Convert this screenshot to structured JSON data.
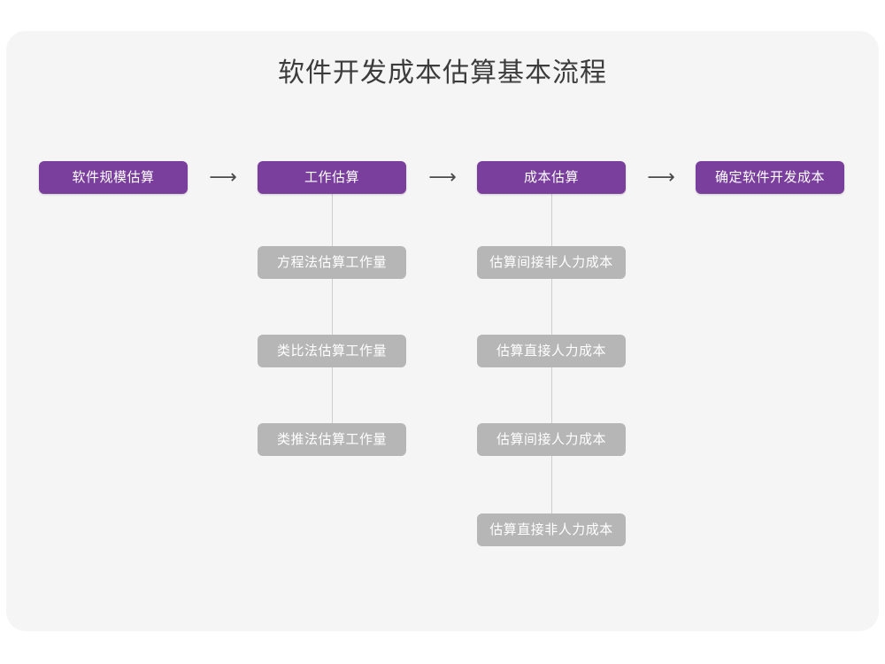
{
  "page": {
    "title": "软件开发成本估算基本流程",
    "background_color": "#ffffff",
    "card_color": "#f5f5f5"
  },
  "colors": {
    "primary": "#7a3f9d",
    "secondary": "#b6b6b6",
    "connector": "#cdcdcd",
    "arrow": "#4a4a4a",
    "title_text": "#3c3c3c"
  },
  "chart_data": {
    "type": "diagram",
    "title": "软件开发成本估算基本流程",
    "layout": "horizontal-flow-with-vertical-branches",
    "stages": [
      {
        "id": "stage-1",
        "label": "软件规模估算",
        "level": "primary",
        "substeps": []
      },
      {
        "id": "stage-2",
        "label": "工作估算",
        "level": "primary",
        "substeps": [
          "方程法估算工作量",
          "类比法估算工作量",
          "类推法估算工作量"
        ]
      },
      {
        "id": "stage-3",
        "label": "成本估算",
        "level": "primary",
        "substeps": [
          "估算间接非人力成本",
          "估算直接人力成本",
          "估算间接人力成本",
          "估算直接非人力成本"
        ]
      },
      {
        "id": "stage-4",
        "label": "确定软件开发成本",
        "level": "primary",
        "substeps": []
      }
    ],
    "connectors": [
      {
        "from": "stage-1",
        "to": "stage-2",
        "glyph": "⟶"
      },
      {
        "from": "stage-2",
        "to": "stage-3",
        "glyph": "⟶"
      },
      {
        "from": "stage-3",
        "to": "stage-4",
        "glyph": "⟶"
      }
    ]
  },
  "flow": {
    "stage1": {
      "label": "软件规模估算"
    },
    "stage2": {
      "label": "工作估算",
      "sub": [
        "方程法估算工作量",
        "类比法估算工作量",
        "类推法估算工作量"
      ]
    },
    "stage3": {
      "label": "成本估算",
      "sub": [
        "估算间接非人力成本",
        "估算直接人力成本",
        "估算间接人力成本",
        "估算直接非人力成本"
      ]
    },
    "stage4": {
      "label": "确定软件开发成本"
    },
    "arrows": {
      "a1": "⟶",
      "a2": "⟶",
      "a3": "⟶"
    }
  }
}
